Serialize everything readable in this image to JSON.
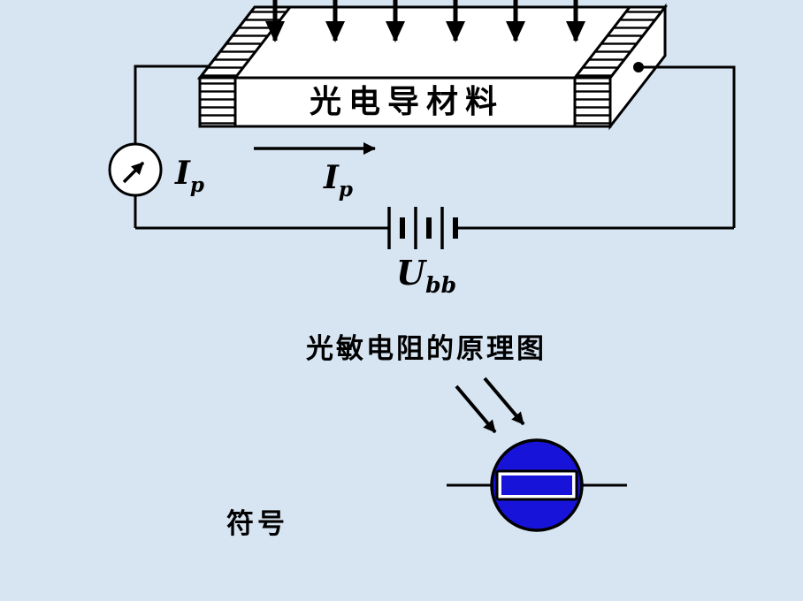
{
  "page": {
    "background": "#d7e5f2",
    "ink": "#000000"
  },
  "principle_diagram": {
    "title": "光敏电阻的原理图",
    "material_label": "光电导材料",
    "ammeter_label": {
      "base": "I",
      "sub": "p"
    },
    "current_label": {
      "base": "I",
      "sub": "p"
    },
    "battery_label": {
      "base": "U",
      "sub": "bb"
    },
    "light_arrow_count": 6
  },
  "symbol": {
    "label": "符号",
    "fill_color": "#1813d8"
  }
}
